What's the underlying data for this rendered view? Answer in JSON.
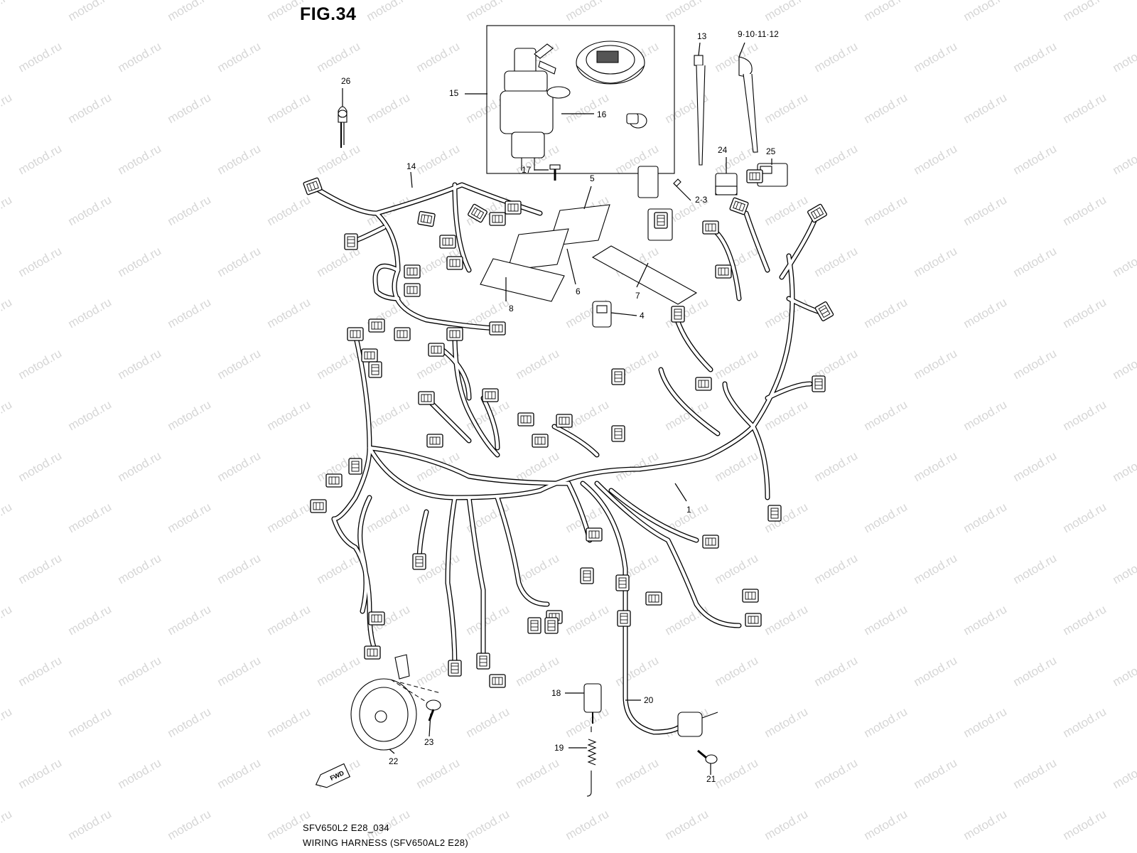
{
  "figure": {
    "title": "FIG.34",
    "model_code": "SFV650L2 E28_034",
    "caption": "WIRING HARNESS (SFV650AL2 E28)",
    "watermark": "motod.ru",
    "direction_label": "FWD"
  },
  "callouts": [
    {
      "label": "1"
    },
    {
      "label": "2·3"
    },
    {
      "label": "4"
    },
    {
      "label": "5"
    },
    {
      "label": "6"
    },
    {
      "label": "7"
    },
    {
      "label": "8"
    },
    {
      "label": "9·10·11·12"
    },
    {
      "label": "13"
    },
    {
      "label": "14"
    },
    {
      "label": "15"
    },
    {
      "label": "16"
    },
    {
      "label": "17"
    },
    {
      "label": "18"
    },
    {
      "label": "19"
    },
    {
      "label": "20"
    },
    {
      "label": "21"
    },
    {
      "label": "22"
    },
    {
      "label": "23"
    },
    {
      "label": "24"
    },
    {
      "label": "25"
    },
    {
      "label": "26"
    }
  ]
}
